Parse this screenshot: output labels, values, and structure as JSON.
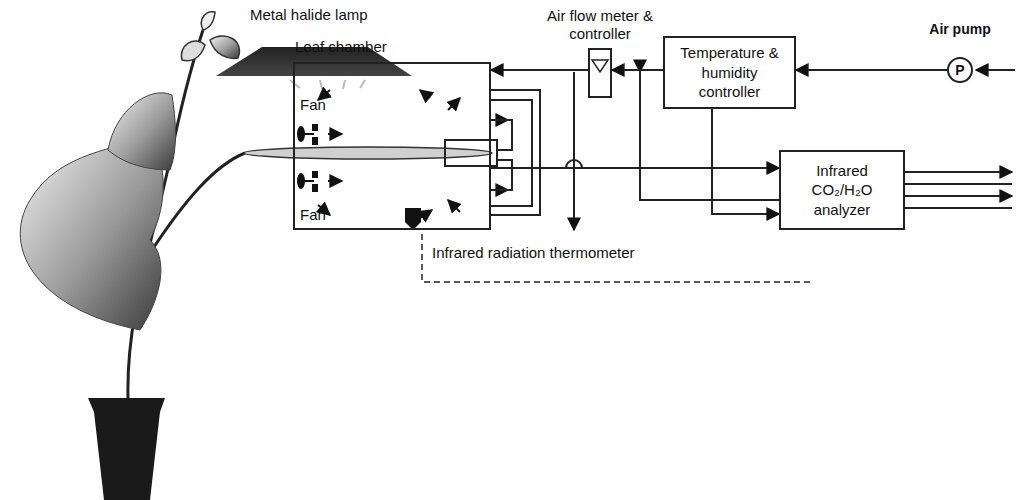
{
  "diagram": {
    "nodes": [
      {
        "text": [
          "Leaf chamber"
        ]
      },
      {
        "text": [
          "Air flow meter & controller"
        ]
      },
      {
        "text": [
          "Temperature & humidity controller"
        ]
      },
      {
        "text": [
          "Air pump",
          "P"
        ]
      },
      {
        "text": [
          "Infrared CO₂/H₂O analyzer"
        ]
      }
    ],
    "edges": [
      {
        "from": 3,
        "to": 2,
        "arrow": "to"
      },
      {
        "from": 2,
        "to": 1,
        "arrow": "to"
      },
      {
        "from": 1,
        "to": 0,
        "arrow": "to"
      },
      {
        "from": 0,
        "to": 4,
        "arrow": "to"
      },
      {
        "from": 2,
        "to": 4,
        "arrow": "to"
      }
    ],
    "labels": [
      "Metal halide lamp",
      "Fan",
      "Fan",
      "Infrared radiation thermometer"
    ]
  }
}
